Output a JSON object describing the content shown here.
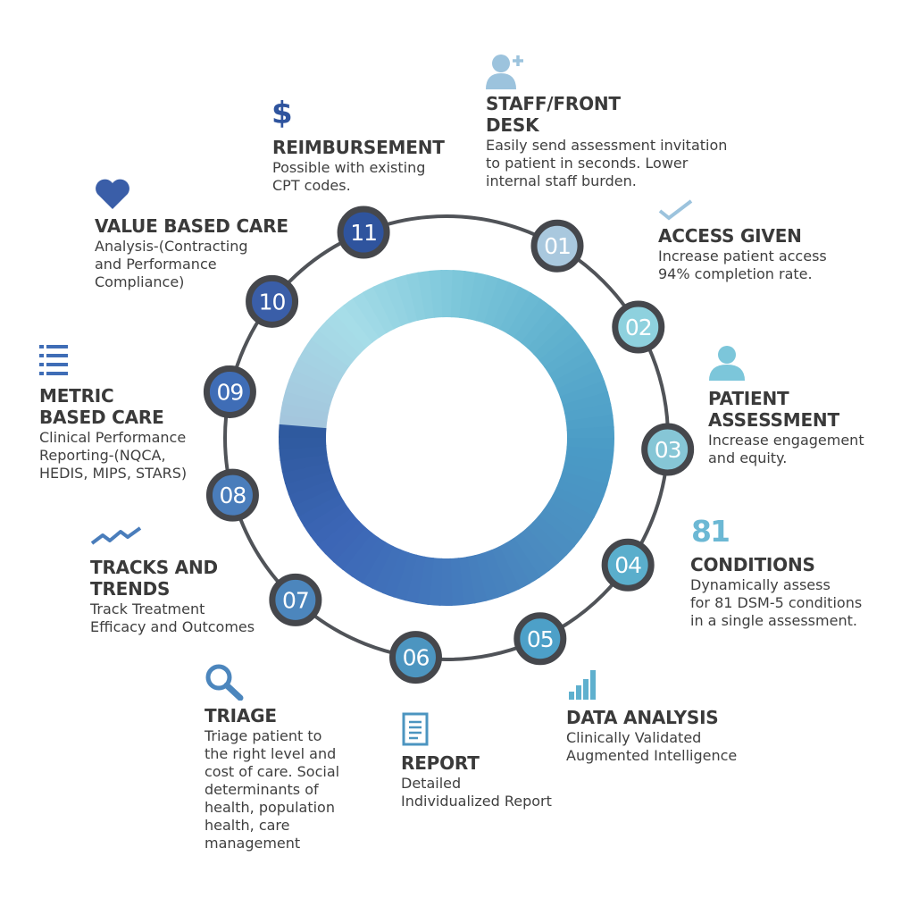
{
  "colors": {
    "ring_line": "#505358",
    "node_border": "#45474c",
    "node_fills": [
      "#a9c8de",
      "#8ed1de",
      "#86c6d6",
      "#5aaecc",
      "#4da0c8",
      "#4c95c0",
      "#4c86bd",
      "#4a7dbb",
      "#3f6db6",
      "#3a5ea8",
      "#2f549e"
    ],
    "donut_gradient": [
      "#a4c6dd",
      "#a6dde8",
      "#7cc6da",
      "#5fb0ce",
      "#4a9bc6",
      "#4b8cc0",
      "#4378bc",
      "#3c66b6",
      "#2f5a9f"
    ],
    "icon_blue": "#3f6eb4",
    "icon_light": "#9cc3dd"
  },
  "steps": [
    {
      "number": "01",
      "title": "STAFF/FRONT\nDESK",
      "text": "Easily send assessment invitation\nto patient in seconds. Lower\ninternal staff burden.",
      "icon": "add-user-icon"
    },
    {
      "number": "02",
      "title": "ACCESS GIVEN",
      "text": "Increase patient access\n94% completion rate.",
      "icon": "checkmark-icon"
    },
    {
      "number": "03",
      "title": "PATIENT\nASSESSMENT",
      "text": "Increase engagement\nand equity.",
      "icon": "person-icon"
    },
    {
      "number": "04",
      "title": "CONDITIONS",
      "text": "Dynamically assess\nfor 81 DSM-5 conditions\nin a single assessment.",
      "icon": "number-81-icon",
      "icon_text": "81"
    },
    {
      "number": "05",
      "title": "DATA ANALYSIS",
      "text": "Clinically Validated\nAugmented Intelligence",
      "icon": "bar-chart-icon"
    },
    {
      "number": "06",
      "title": "REPORT",
      "text": "Detailed\nIndividualized Report",
      "icon": "document-icon"
    },
    {
      "number": "07",
      "title": "TRIAGE",
      "text": "Triage patient to\nthe right level and\ncost of care. Social\ndeterminants of\nhealth, population\nhealth, care\nmanagement",
      "icon": "magnifier-icon"
    },
    {
      "number": "08",
      "title": "TRACKS AND\nTRENDS",
      "text": "Track Treatment\nEfficacy and Outcomes",
      "icon": "trend-line-icon"
    },
    {
      "number": "09",
      "title": "METRIC\nBASED CARE",
      "text": "Clinical Performance\nReporting-(NQCA,\nHEDIS, MIPS, STARS)",
      "icon": "list-icon"
    },
    {
      "number": "10",
      "title": "VALUE BASED CARE",
      "text": "Analysis-(Contracting\nand Performance\nCompliance)",
      "icon": "heart-icon"
    },
    {
      "number": "11",
      "title": "REIMBURSEMENT",
      "text": "Possible with existing\nCPT codes.",
      "icon": "dollar-icon",
      "icon_text": "$"
    }
  ]
}
